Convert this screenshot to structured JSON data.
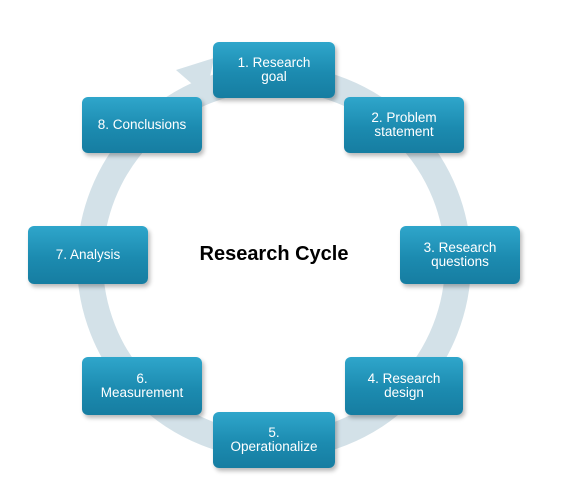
{
  "diagram": {
    "center_title": "Research Cycle",
    "ring_color": "#d3e1e8",
    "box_color": "#1c8bb0",
    "steps": [
      {
        "label": "1. Research\ngoal"
      },
      {
        "label": "2. Problem\nstatement"
      },
      {
        "label": "3. Research\nquestions"
      },
      {
        "label": "4. Research\ndesign"
      },
      {
        "label": "5.\nOperationalize"
      },
      {
        "label": "6.\nMeasurement"
      },
      {
        "label": "7. Analysis"
      },
      {
        "label": "8. Conclusions"
      }
    ]
  }
}
